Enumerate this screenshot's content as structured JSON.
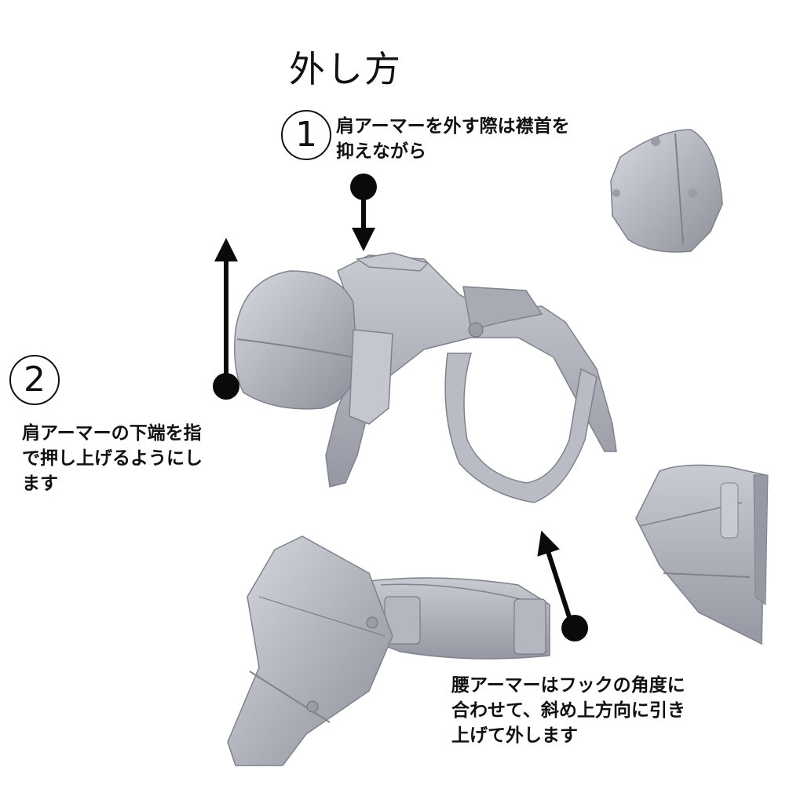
{
  "title": "外し方",
  "steps": [
    {
      "number": "1",
      "text": "肩アーマーを外す際は襟首を\n抑えながら"
    },
    {
      "number": "2",
      "text": "肩アーマーの下端を指\nで押し上げるようにし\nます"
    }
  ],
  "waist_note": "腰アーマーはフックの角度に\n合わせて、斜め上方向に引き\n上げて外します",
  "colors": {
    "armor": "#b3b6bf",
    "armor_shade": "#8e919b",
    "armor_light": "#d4d6dc",
    "arrow": "#0a0a0a"
  }
}
